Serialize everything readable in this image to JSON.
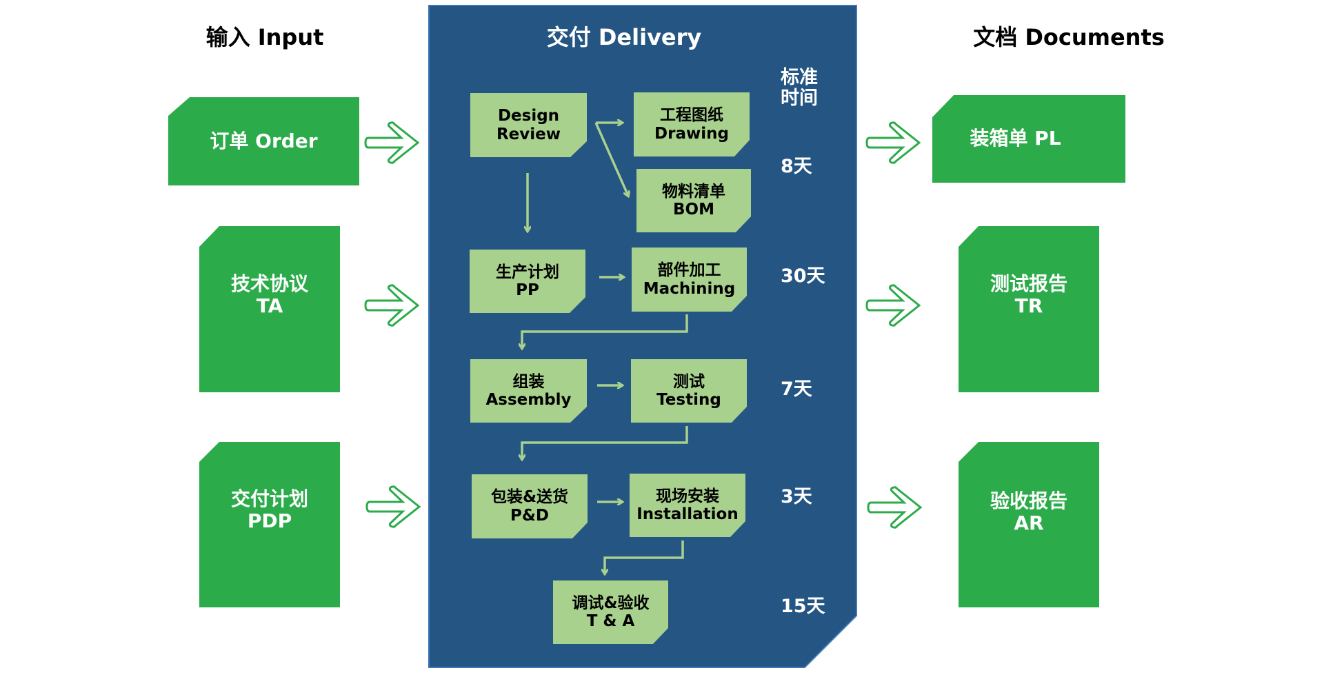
{
  "colors": {
    "panel_fill": "#255582",
    "panel_border": "#3b77b5",
    "doc_green": "#2bab4a",
    "node_green": "#a9d18e",
    "arrow_green": "#2bab4a",
    "connector": "#a9d18e"
  },
  "headers": {
    "input": "输入 Input",
    "delivery": "交付 Delivery",
    "documents": "文档 Documents"
  },
  "inputs": [
    {
      "lines": [
        "订单 Order"
      ]
    },
    {
      "lines": [
        "技术协议",
        "TA"
      ]
    },
    {
      "lines": [
        "交付计划",
        "PDP"
      ]
    }
  ],
  "documents": [
    {
      "lines": [
        "装箱单 PL"
      ]
    },
    {
      "lines": [
        "测试报告",
        "TR"
      ]
    },
    {
      "lines": [
        "验收报告",
        "AR"
      ]
    }
  ],
  "steps": {
    "design_review": [
      "Design",
      "Review"
    ],
    "drawing": [
      "工程图纸",
      "Drawing"
    ],
    "bom": [
      "物料清单",
      "BOM"
    ],
    "pp": [
      "生产计划",
      "PP"
    ],
    "machining": [
      "部件加工",
      "Machining"
    ],
    "assembly": [
      "组装",
      "Assembly"
    ],
    "testing": [
      "测试",
      "Testing"
    ],
    "pd": [
      "包装&送货",
      "P&D"
    ],
    "installation": [
      "现场安装",
      "Installation"
    ],
    "ta": [
      "调试&验收",
      "T & A"
    ]
  },
  "standard_time": {
    "label_lines": [
      "标准",
      "时间"
    ],
    "durations": [
      "8天",
      "30天",
      "7天",
      "3天",
      "15天"
    ]
  }
}
